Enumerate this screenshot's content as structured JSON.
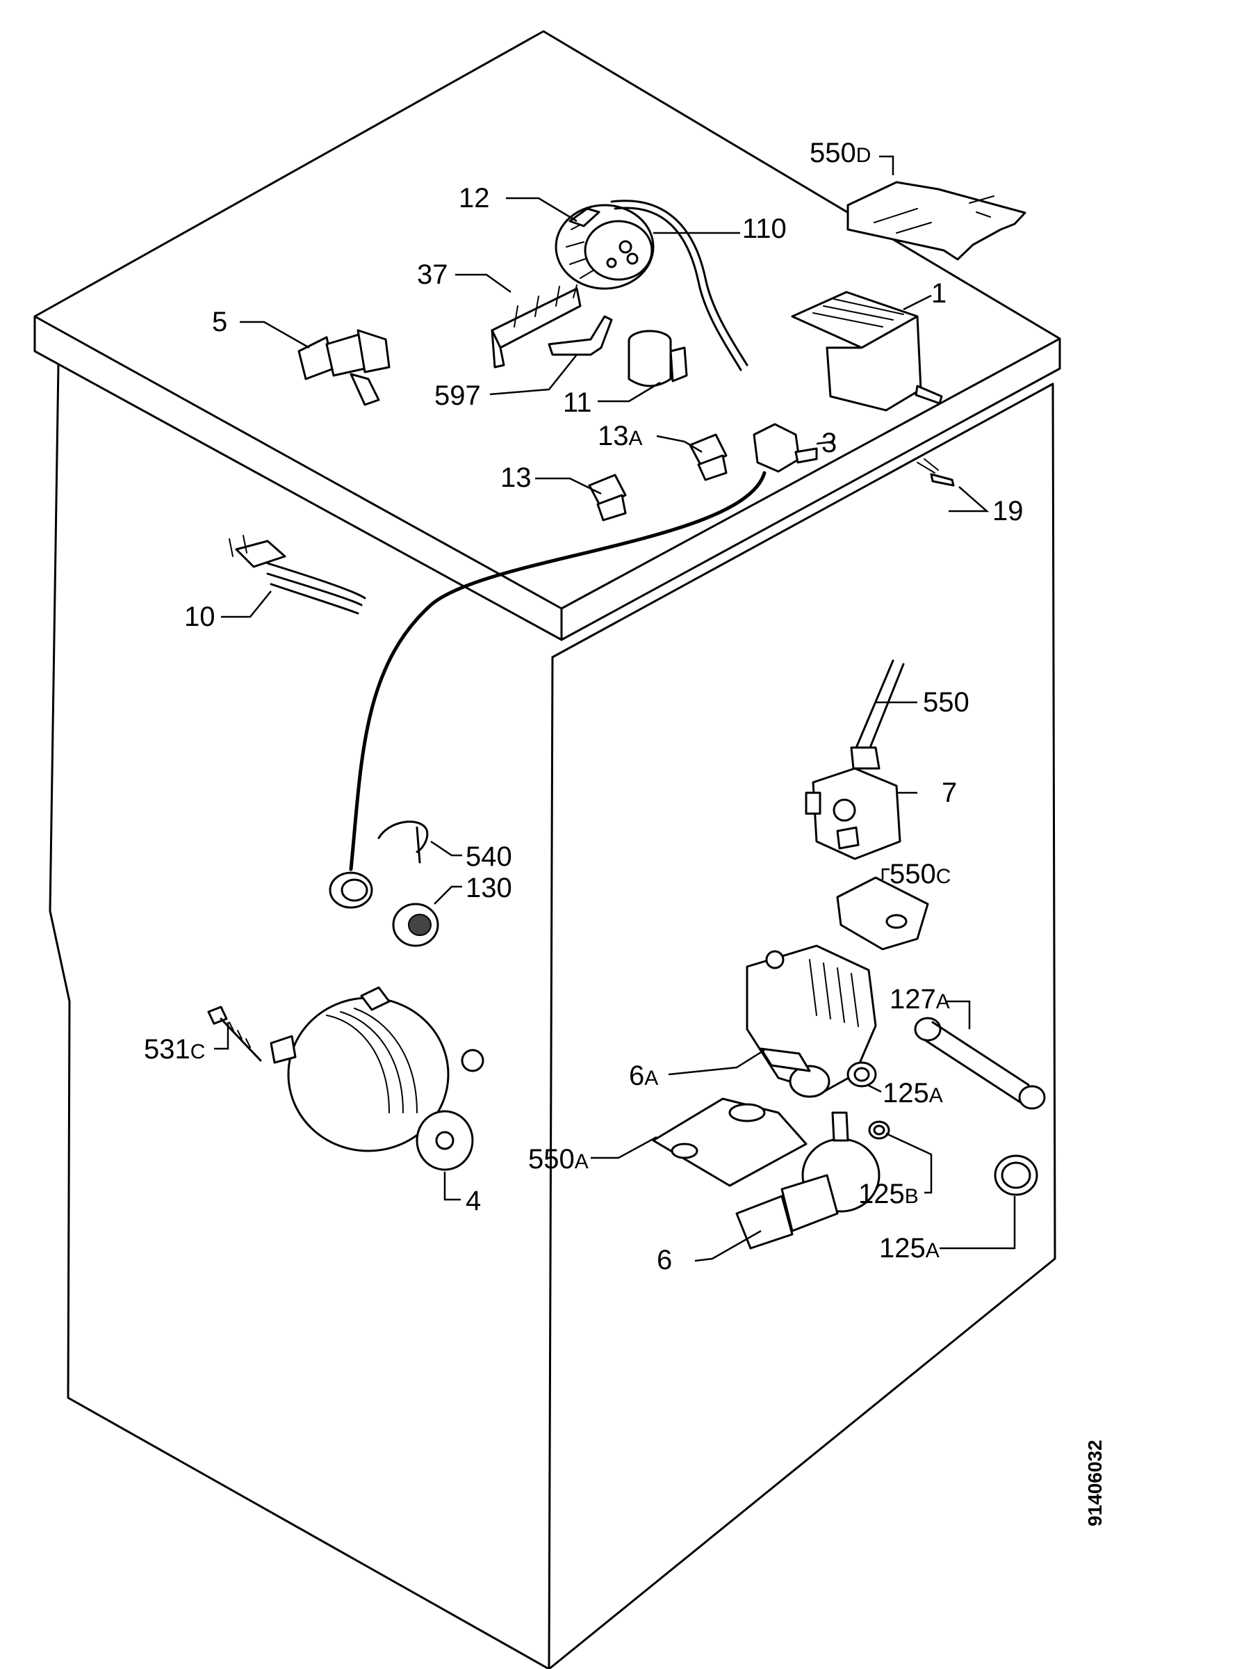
{
  "doc_number": "91406032",
  "labels": {
    "p1": "1",
    "p3": "3",
    "p4": "4",
    "p5": "5",
    "p6": "6",
    "p6a": "6",
    "p6a_s": "A",
    "p7": "7",
    "p10": "10",
    "p11": "11",
    "p12": "12",
    "p13": "13",
    "p13a": "13",
    "p13a_s": "A",
    "p19": "19",
    "p37": "37",
    "p110": "110",
    "p125a_upper": "125",
    "p125a_upper_s": "A",
    "p125a_lower": "125",
    "p125a_lower_s": "A",
    "p125b": "125",
    "p125b_s": "B",
    "p127a": "127",
    "p127a_s": "A",
    "p130": "130",
    "p531c": "531",
    "p531c_s": "C",
    "p540": "540",
    "p550": "550",
    "p550a": "550",
    "p550a_s": "A",
    "p550c": "550",
    "p550c_s": "C",
    "p550d": "550",
    "p550d_s": "D",
    "p597": "597"
  }
}
